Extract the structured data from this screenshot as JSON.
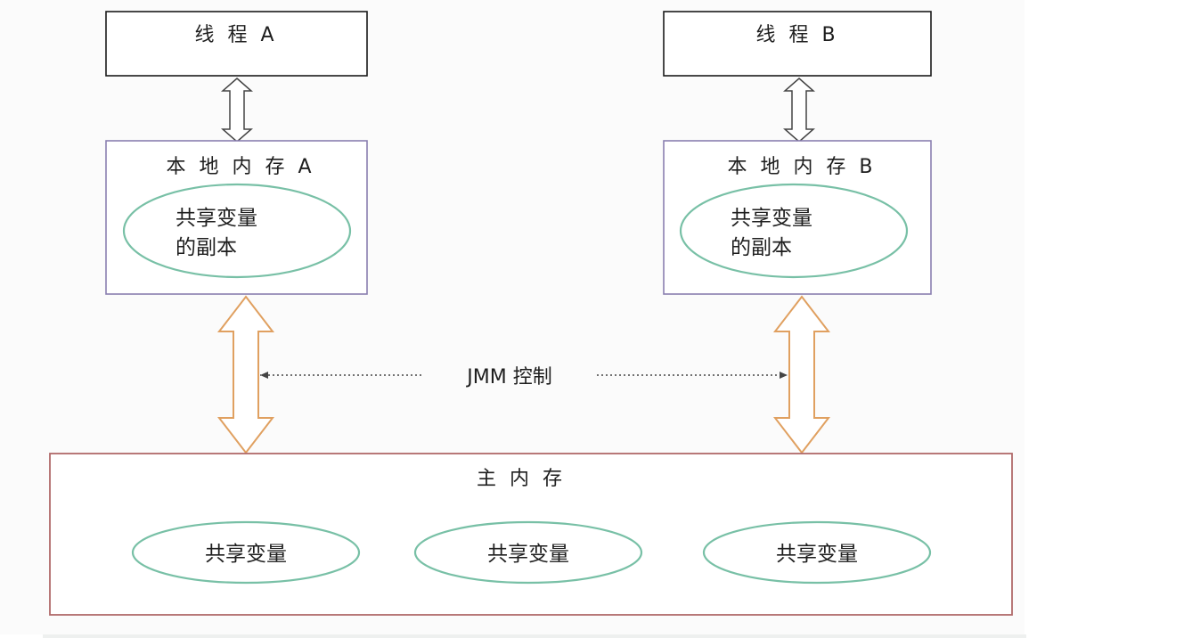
{
  "thread_a": {
    "label": "线 程 A"
  },
  "thread_b": {
    "label": "线 程 B"
  },
  "local_memory_a": {
    "label": "本 地 内 存 A",
    "copy_line1": "共享变量",
    "copy_line2": "的副本"
  },
  "local_memory_b": {
    "label": "本 地 内 存 B",
    "copy_line1": "共享变量",
    "copy_line2": "的副本"
  },
  "jmm": {
    "label": "JMM 控制"
  },
  "main_memory": {
    "label": "主 内 存",
    "shared_vars": [
      "共享变量",
      "共享变量",
      "共享变量"
    ]
  },
  "colors": {
    "thread_border": "#1a1a1a",
    "local_border": "#8a7fb0",
    "main_border": "#b06a6a",
    "oval_border": "#78c0a6",
    "small_arrow": "#444444",
    "big_arrow": "#e0a060"
  }
}
